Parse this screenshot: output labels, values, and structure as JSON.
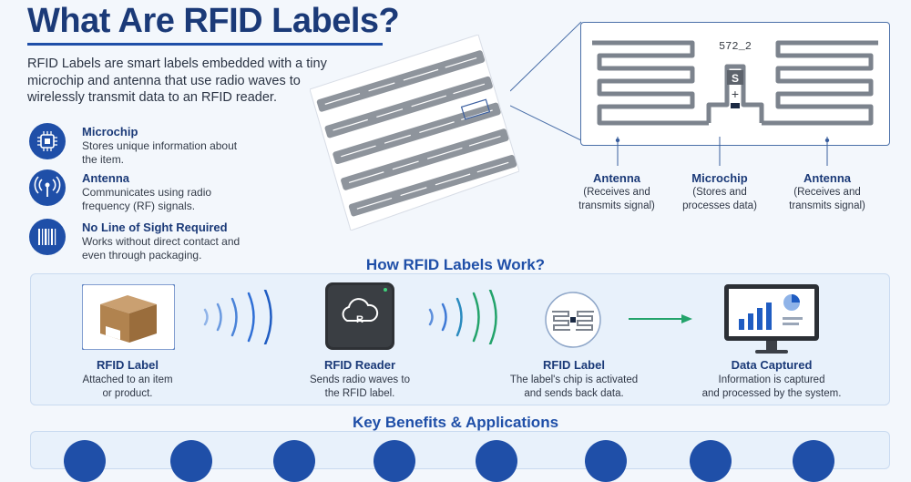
{
  "title": "What Are RFID Labels?",
  "intro": "RFID Labels are smart labels embedded with a tiny microchip and antenna that use radio waves to wirelessly transmit data to an RFID reader.",
  "features": [
    {
      "title": "Microchip",
      "desc": "Stores unique information about the item.",
      "icon": "chip-icon"
    },
    {
      "title": "Antenna",
      "desc": "Communicates using radio frequency (RF) signals.",
      "icon": "antenna-icon"
    },
    {
      "title": "No Line of Sight Required",
      "desc": "Works without direct contact and even through packaging.",
      "icon": "barcode-icon"
    }
  ],
  "detail": {
    "code": "572_2",
    "chip_mark": "S",
    "annotations": [
      {
        "title": "Antenna",
        "desc_line1": "(Receives and",
        "desc_line2": "transmits signal)"
      },
      {
        "title": "Microchip",
        "desc_line1": "(Stores and",
        "desc_line2": "processes data)"
      },
      {
        "title": "Antenna",
        "desc_line1": "(Receives and",
        "desc_line2": "transmits signal)"
      }
    ]
  },
  "how": {
    "title": "How RFID Labels Work?",
    "steps": [
      {
        "title": "RFID Label",
        "line1": "Attached to an item",
        "line2": "or product."
      },
      {
        "title": "RFID Reader",
        "line1": "Sends radio waves to",
        "line2": "the RFID label."
      },
      {
        "title": "RFID Label",
        "line1": "The label's chip is activated",
        "line2": "and sends back data."
      },
      {
        "title": "Data Captured",
        "line1": "Information is captured",
        "line2": "and processed by the system."
      }
    ],
    "reader_glyph": "R"
  },
  "benefits": {
    "title": "Key Benefits & Applications",
    "icons": [
      "clipboard-icon",
      "gauge-icon",
      "tag-icon",
      "shield-icon",
      "warehouse-icon",
      "monitor-icon",
      "phone-icon",
      "cart-icon"
    ]
  },
  "colors": {
    "primary": "#1f4fa8",
    "title": "#1b3a78",
    "wave_blue": "#2f6fd6",
    "wave_green": "#23a36b"
  }
}
